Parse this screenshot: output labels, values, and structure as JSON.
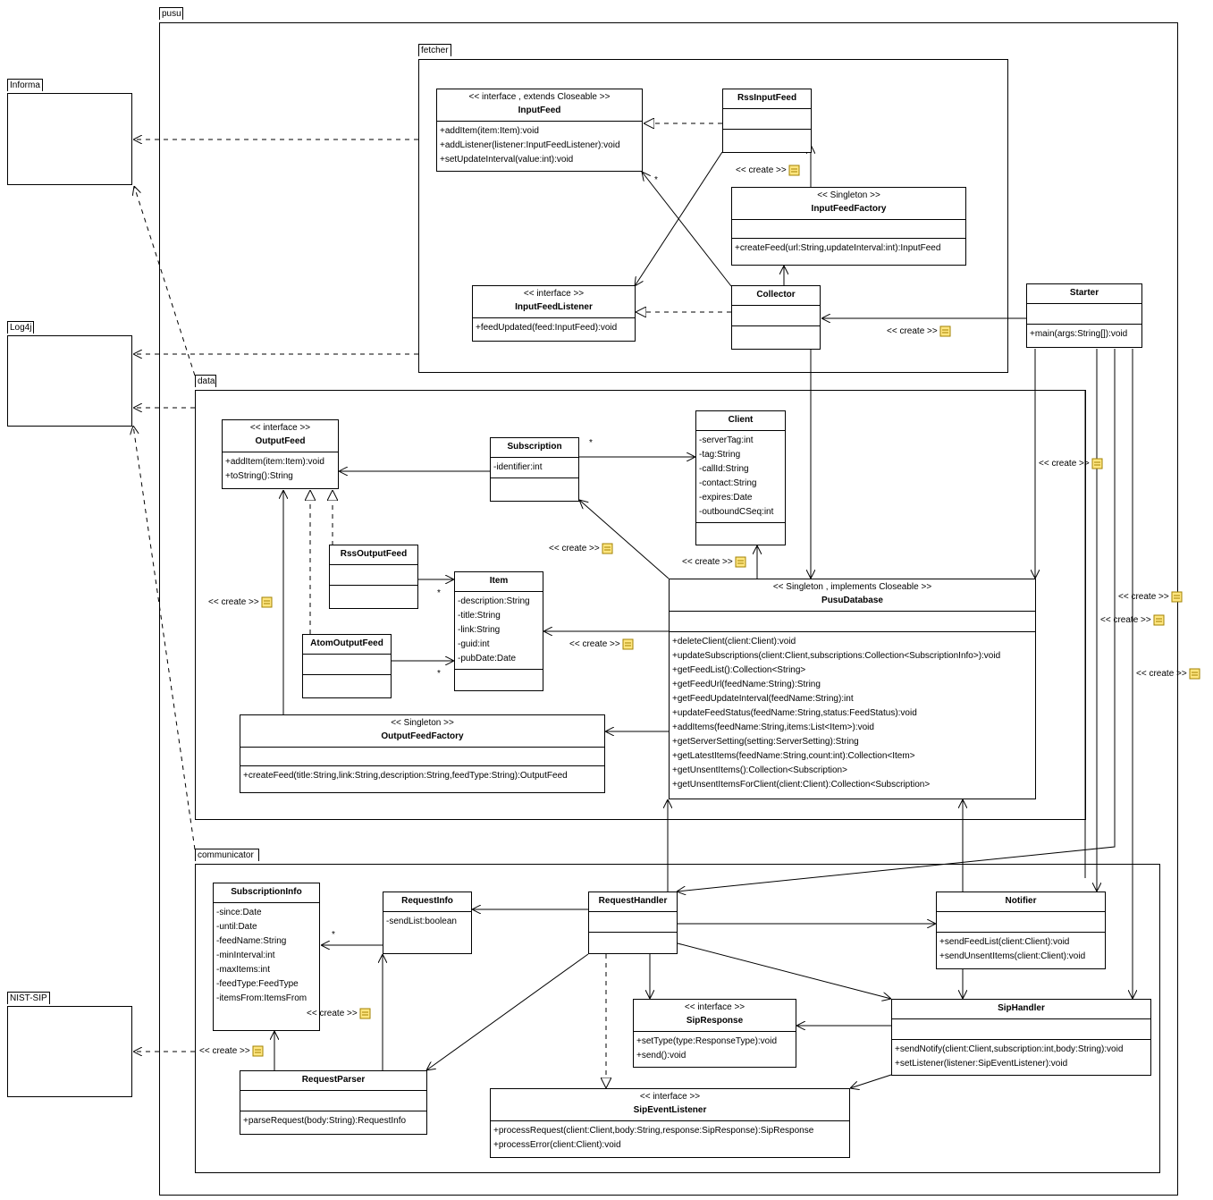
{
  "packages": {
    "pusu": "pusu",
    "fetcher": "fetcher",
    "data": "data",
    "communicator": "communicator",
    "informa": "Informa",
    "log4j": "Log4j",
    "nistsip": "NIST-SIP"
  },
  "classes": {
    "inputfeed": {
      "stereotype": "<< interface , extends Closeable >>",
      "name": "InputFeed",
      "ops": [
        "+addItem(item:Item):void",
        "+addListener(listener:InputFeedListener):void",
        "+setUpdateInterval(value:int):void"
      ]
    },
    "rssinputfeed": {
      "name": "RssInputFeed"
    },
    "inputfeedfactory": {
      "stereotype": "<< Singleton >>",
      "name": "InputFeedFactory",
      "ops": [
        "+createFeed(url:String,updateInterval:int):InputFeed"
      ]
    },
    "inputfeedlistener": {
      "stereotype": "<< interface >>",
      "name": "InputFeedListener",
      "ops": [
        "+feedUpdated(feed:InputFeed):void"
      ]
    },
    "collector": {
      "name": "Collector"
    },
    "starter": {
      "name": "Starter",
      "ops": [
        "+main(args:String[]):void"
      ]
    },
    "outputfeed": {
      "stereotype": "<< interface >>",
      "name": "OutputFeed",
      "ops": [
        "+addItem(item:Item):void",
        "+toString():String"
      ]
    },
    "subscription": {
      "name": "Subscription",
      "attrs": [
        "-identifier:int"
      ]
    },
    "client": {
      "name": "Client",
      "attrs": [
        "-serverTag:int",
        "-tag:String",
        "-callId:String",
        "-contact:String",
        "-expires:Date",
        "-outboundCSeq:int"
      ]
    },
    "rssoutputfeed": {
      "name": "RssOutputFeed"
    },
    "item": {
      "name": "Item",
      "attrs": [
        "-description:String",
        "-title:String",
        "-link:String",
        "-guid:int",
        "-pubDate:Date"
      ]
    },
    "atomoutputfeed": {
      "name": "AtomOutputFeed"
    },
    "outputfeedfactory": {
      "stereotype": "<< Singleton >>",
      "name": "OutputFeedFactory",
      "ops": [
        "+createFeed(title:String,link:String,description:String,feedType:String):OutputFeed"
      ]
    },
    "pusudatabase": {
      "stereotype": "<< Singleton , implements Closeable >>",
      "name": "PusuDatabase",
      "ops": [
        "+deleteClient(client:Client):void",
        "+updateSubscriptions(client:Client,subscriptions:Collection<SubscriptionInfo>):void",
        "+getFeedList():Collection<String>",
        "+getFeedUrl(feedName:String):String",
        "+getFeedUpdateInterval(feedName:String):int",
        "+updateFeedStatus(feedName:String,status:FeedStatus):void",
        "+addItems(feedName:String,items:List<Item>):void",
        "+getServerSetting(setting:ServerSetting):String",
        "+getLatestItems(feedName:String,count:int):Collection<Item>",
        "+getUnsentItems():Collection<Subscription>",
        "+getUnsentItemsForClient(client:Client):Collection<Subscription>"
      ]
    },
    "subscriptioninfo": {
      "name": "SubscriptionInfo",
      "attrs": [
        "-since:Date",
        "-until:Date",
        "-feedName:String",
        "-minInterval:int",
        "-maxItems:int",
        "-feedType:FeedType",
        "-itemsFrom:ItemsFrom"
      ]
    },
    "requestinfo": {
      "name": "RequestInfo",
      "attrs": [
        "-sendList:boolean"
      ]
    },
    "requesthandler": {
      "name": "RequestHandler"
    },
    "notifier": {
      "name": "Notifier",
      "ops": [
        "+sendFeedList(client:Client):void",
        "+sendUnsentItems(client:Client):void"
      ]
    },
    "sipresponse": {
      "stereotype": "<< interface >>",
      "name": "SipResponse",
      "ops": [
        "+setType(type:ResponseType):void",
        "+send():void"
      ]
    },
    "siphandler": {
      "name": "SipHandler",
      "ops": [
        "+sendNotify(client:Client,subscription:int,body:String):void",
        "+setListener(listener:SipEventListener):void"
      ]
    },
    "requestparser": {
      "name": "RequestParser",
      "ops": [
        "+parseRequest(body:String):RequestInfo"
      ]
    },
    "sipeventlistener": {
      "stereotype": "<< interface >>",
      "name": "SipEventListener",
      "ops": [
        "+processRequest(client:Client,body:String,response:SipResponse):SipResponse",
        "+processError(client:Client):void"
      ]
    }
  },
  "labels": {
    "create": "<< create >>",
    "many": "*"
  }
}
